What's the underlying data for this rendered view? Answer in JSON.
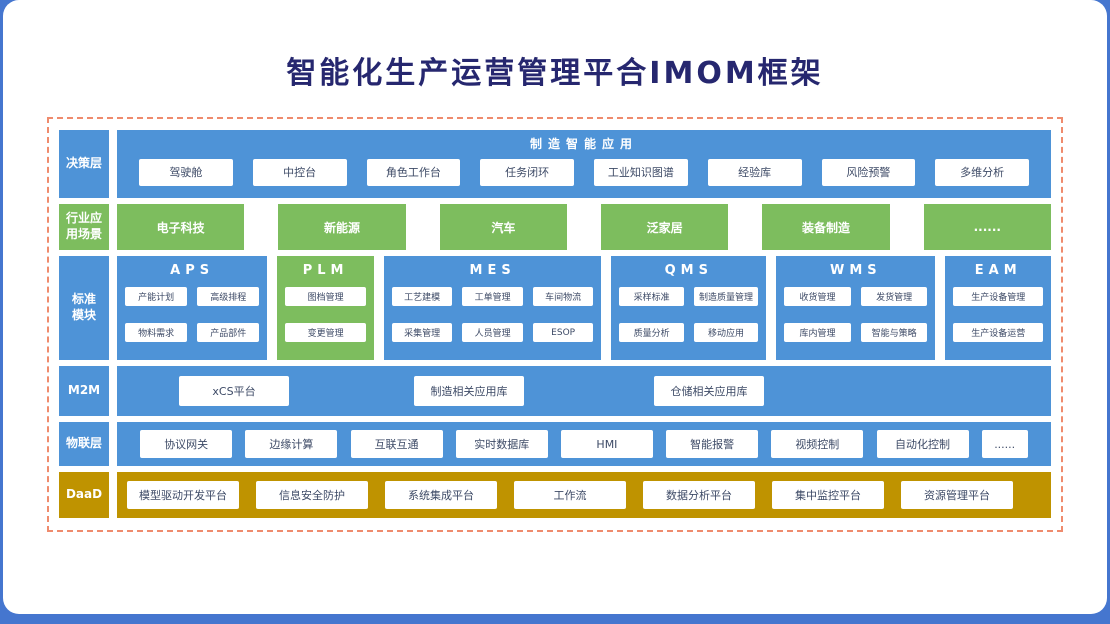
{
  "page": {
    "title": "智能化生产运营管理平合IMOM框架"
  },
  "colors": {
    "layer_blue": "#4e93d7",
    "layer_green": "#7dbd5e",
    "layer_gold": "#bf9300",
    "dashed_border": "#ef8b6d",
    "title_text": "#26276f",
    "chip_text": "#3d4a66",
    "page_background": "#4576cf"
  },
  "layers": {
    "decision": {
      "label_lines": [
        "决策层"
      ],
      "header": "制造智能应用",
      "items": [
        "驾驶舱",
        "中控台",
        "角色工作台",
        "任务闭环",
        "工业知识图谱",
        "经验库",
        "风险预警",
        "多维分析"
      ]
    },
    "industry": {
      "label_lines": [
        "行业应",
        "用场景"
      ],
      "items": [
        "电子科技",
        "新能源",
        "汽车",
        "泛家居",
        "装备制造",
        "......"
      ]
    },
    "modules": {
      "label_lines": [
        "标准",
        "模块"
      ],
      "columns": [
        {
          "name": "APS",
          "items": [
            "产能计划",
            "高级排程",
            "物料需求",
            "产品部件"
          ]
        },
        {
          "name": "PLM",
          "items": [
            "图档管理",
            "变更管理"
          ]
        },
        {
          "name": "MES",
          "items": [
            "工艺建模",
            "工单管理",
            "车间物流",
            "采集管理",
            "人员管理",
            "ESOP"
          ]
        },
        {
          "name": "QMS",
          "items": [
            "采样标准",
            "制造质量管理",
            "质量分析",
            "移动应用"
          ]
        },
        {
          "name": "WMS",
          "items": [
            "收货管理",
            "发货管理",
            "库内管理",
            "智能与策略"
          ]
        },
        {
          "name": "EAM",
          "items": [
            "生产设备管理",
            "生产设备运营"
          ]
        }
      ]
    },
    "m2m": {
      "label_lines": [
        "M2M"
      ],
      "items": [
        "xCS平台",
        "制造相关应用库",
        "仓储相关应用库"
      ]
    },
    "iot": {
      "label_lines": [
        "物联层"
      ],
      "items": [
        "协议网关",
        "边缘计算",
        "互联互通",
        "实时数据库",
        "HMI",
        "智能报警",
        "视频控制",
        "自动化控制",
        "......"
      ]
    },
    "daad": {
      "label_lines": [
        "DaaD"
      ],
      "items": [
        "模型驱动开发平台",
        "信息安全防护",
        "系统集成平台",
        "工作流",
        "数据分析平台",
        "集中监控平台",
        "资源管理平台"
      ]
    }
  }
}
